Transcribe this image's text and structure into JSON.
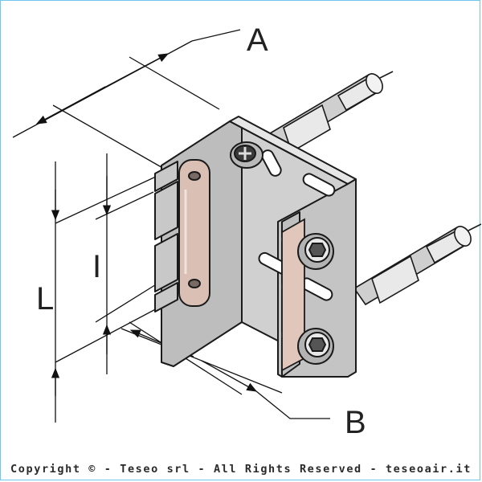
{
  "labels": {
    "dim_a": "A",
    "dim_b": "B",
    "dim_l": "L",
    "dim_i": "I"
  },
  "footer": {
    "copyright": "Copyright © - Teseo srl - All Rights Reserved - teseoair.it"
  },
  "colors": {
    "border": "#6fc6ee",
    "metal": "#c8c8c8",
    "outline": "#1a1a1a",
    "plate": "#d9bfb4",
    "plug": "#d8d8d8"
  }
}
